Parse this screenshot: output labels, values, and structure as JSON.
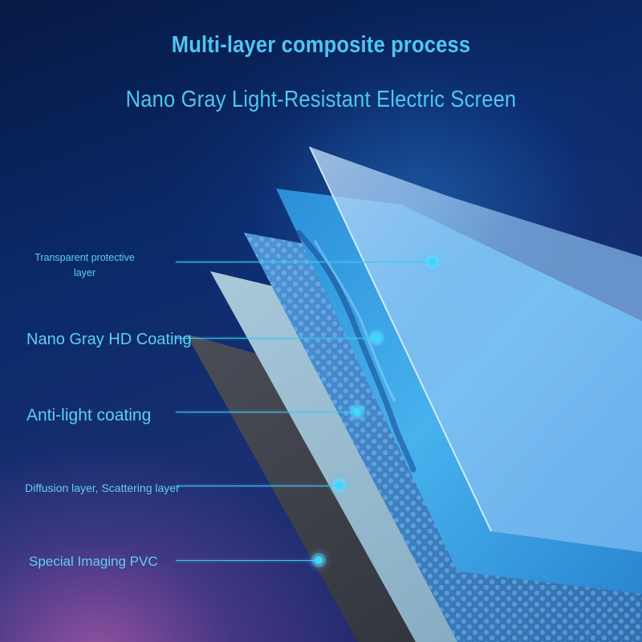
{
  "header": {
    "title": "Multi-layer composite process",
    "subtitle": "Nano Gray Light-Resistant Electric Screen"
  },
  "callouts": [
    {
      "line1": "Transparent protective",
      "line2": "layer"
    },
    {
      "label": "Nano Gray HD Coating"
    },
    {
      "label": "Anti-light coating"
    },
    {
      "label": "Diffusion layer, Scattering layer"
    },
    {
      "label": "Special Imaging PVC"
    }
  ],
  "colors": {
    "accent_text": "#5ecff2",
    "callout_line": "#39c7ee",
    "dot": "#39d9ff",
    "layer_pvc": "#3a3d48",
    "layer_diffusion": "#8fb6cc",
    "layer_antilight": "#3b7fc2",
    "layer_nano": "#3aa6e8",
    "layer_protective": "#a8d2f2"
  }
}
